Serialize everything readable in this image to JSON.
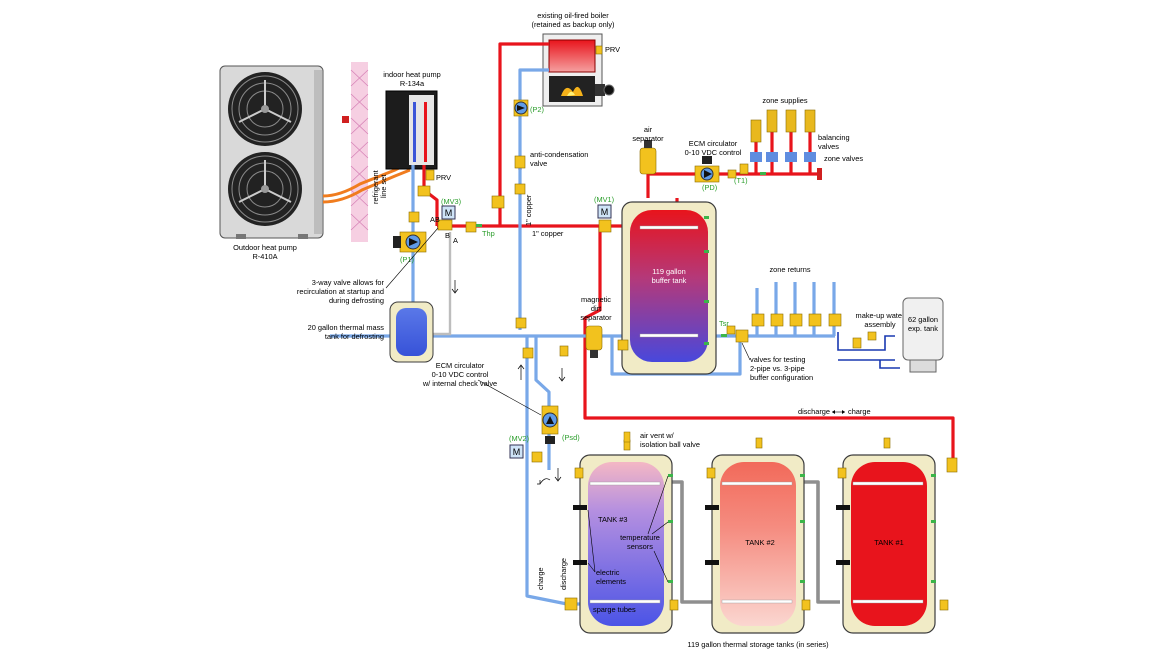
{
  "labels": {
    "outdoor_hp_line1": "Outdoor heat pump",
    "outdoor_hp_line2": "R-410A",
    "indoor_hp_line1": "indoor heat pump",
    "indoor_hp_line2": "R-134a",
    "line_set_line1": "refrigerant",
    "line_set_line2": "line set",
    "boiler_line1": "existing oil-fired boiler",
    "boiler_line2": "(retained as backup only)",
    "prv_top": "PRV",
    "prv_hp": "PRV",
    "anti_cond_line1": "anti-condensation",
    "anti_cond_line2": "valve",
    "copper_vertical": "1\" copper",
    "copper_horizontal": "1\" copper",
    "air_sep_line1": "air",
    "air_sep_line2": "separator",
    "ecm_top_line1": "ECM circulator",
    "ecm_top_line2": "0-10 VDC control",
    "zone_supplies": "zone supplies",
    "balancing_line1": "balancing",
    "balancing_line2": "valves",
    "zone_valves": "zone valves",
    "zone_returns": "zone returns",
    "buffer_line1": "119 gallon",
    "buffer_line2": "buffer tank",
    "mag_line1": "magnetic",
    "mag_line2": "dirt",
    "mag_line3": "separator",
    "makeup_line1": "make-up water",
    "makeup_line2": "assembly",
    "exp_line1": "62 gallon",
    "exp_line2": "exp. tank",
    "testing_line1": "valves for testing",
    "testing_line2": "2-pipe vs. 3-pipe",
    "testing_line3": "buffer configuration",
    "three_way_line1": "3-way valve allows for",
    "three_way_line2": "recirculation at startup and",
    "three_way_line3": "during defrosting",
    "mass_tank_line1": "20 gallon thermal mass",
    "mass_tank_line2": "tank for defrosting",
    "ecm_low_line1": "ECM circulator",
    "ecm_low_line2": "0-10 VDC control",
    "ecm_low_line3": "w/ internal check valve",
    "discharge_right": "discharge",
    "charge_right": "charge",
    "air_vent_line1": "air vent w/",
    "air_vent_line2": "isolation ball valve",
    "tank3": "TANK #3",
    "tank2": "TANK #2",
    "tank1": "TANK #1",
    "temp_sensors_line1": "temperature",
    "temp_sensors_line2": "sensors",
    "elements_line1": "electric",
    "elements_line2": "elements",
    "sparge": "sparge tubes",
    "storage_caption": "119 gallon thermal storage tanks (in series)",
    "charge_vert": "charge",
    "discharge_vert": "discharge",
    "port_ab": "AB",
    "port_b": "B",
    "port_a": "A"
  },
  "tags": {
    "p1": "(P1)",
    "p2": "(P2)",
    "pd": "(PD)",
    "psd": "(Psd)",
    "mv1": "(MV1)",
    "mv2": "(MV2)",
    "mv3": "(MV3)",
    "t1": "(T1)",
    "thp": "Thp",
    "tsr": "Tsr"
  },
  "actuator_letter": "M",
  "colors": {
    "hot": "#e8141c",
    "cold": "#79a8e8",
    "gray_pipe": "#8f8f8f",
    "valve_brass": "#f2c21e",
    "tag_green": "#2a9d2a",
    "tank_jacket": "#f1ebc6",
    "tank_hot": "#e8141c",
    "tank_cold": "#4848dc",
    "tank_warm_pink": "#f6b3b0",
    "line_set_orange": "#f07c1e"
  },
  "icons": [
    "fan-icon",
    "pump-icon",
    "valve-icon",
    "actuator-icon",
    "flame-icon",
    "sensor-icon",
    "electric-element-icon",
    "sparge-tube-icon"
  ]
}
